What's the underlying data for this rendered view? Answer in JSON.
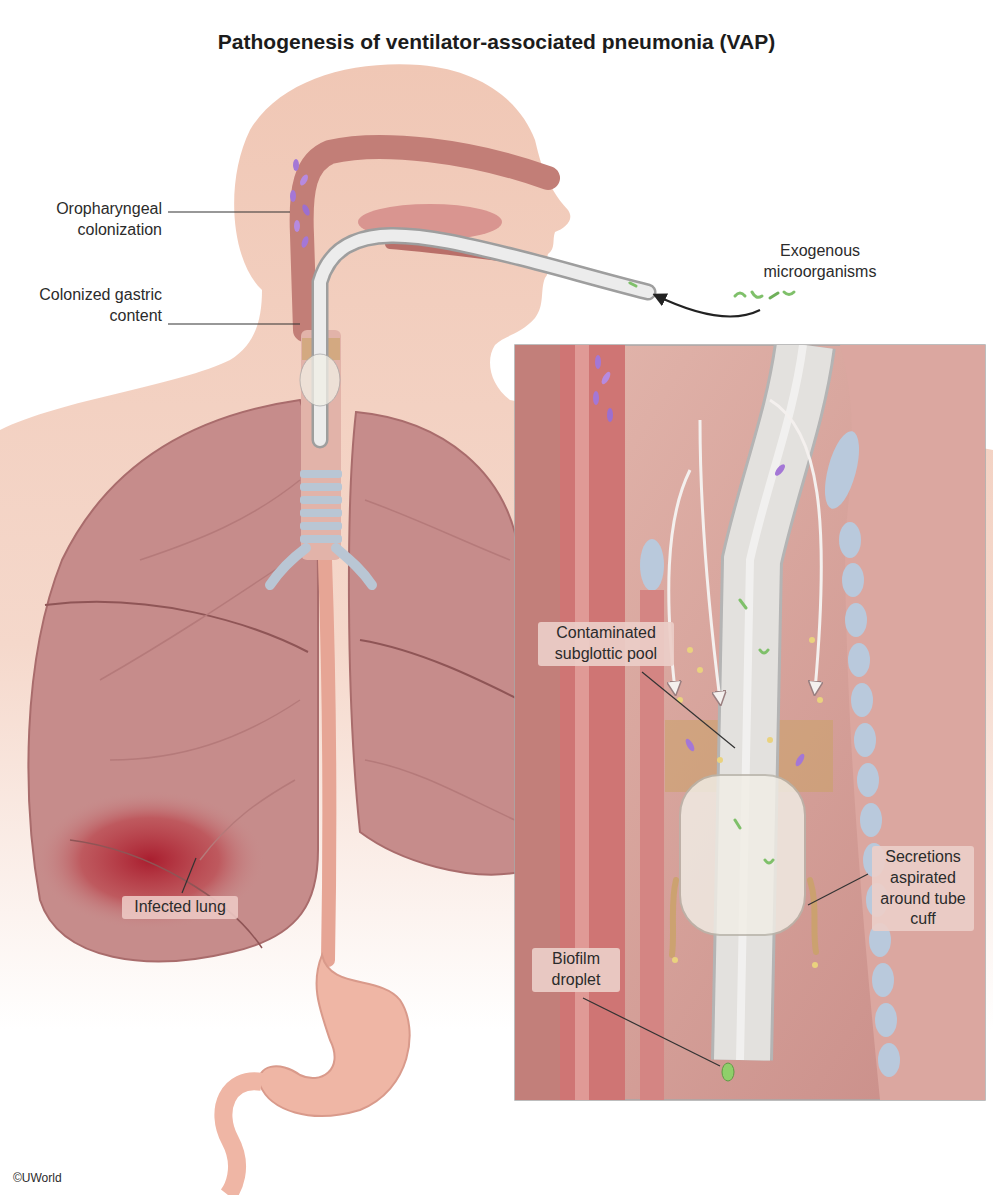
{
  "diagram": {
    "title": "Pathogenesis of ventilator-associated pneumonia (VAP)",
    "labels": [
      "Oropharyngeal colonization",
      "Colonized gastric content",
      "Exogenous microorganisms",
      "Contaminated subglottic pool",
      "Secretions aspirated around tube cuff",
      "Infected lung",
      "Biofilm droplet",
      "©UWorld"
    ]
  }
}
